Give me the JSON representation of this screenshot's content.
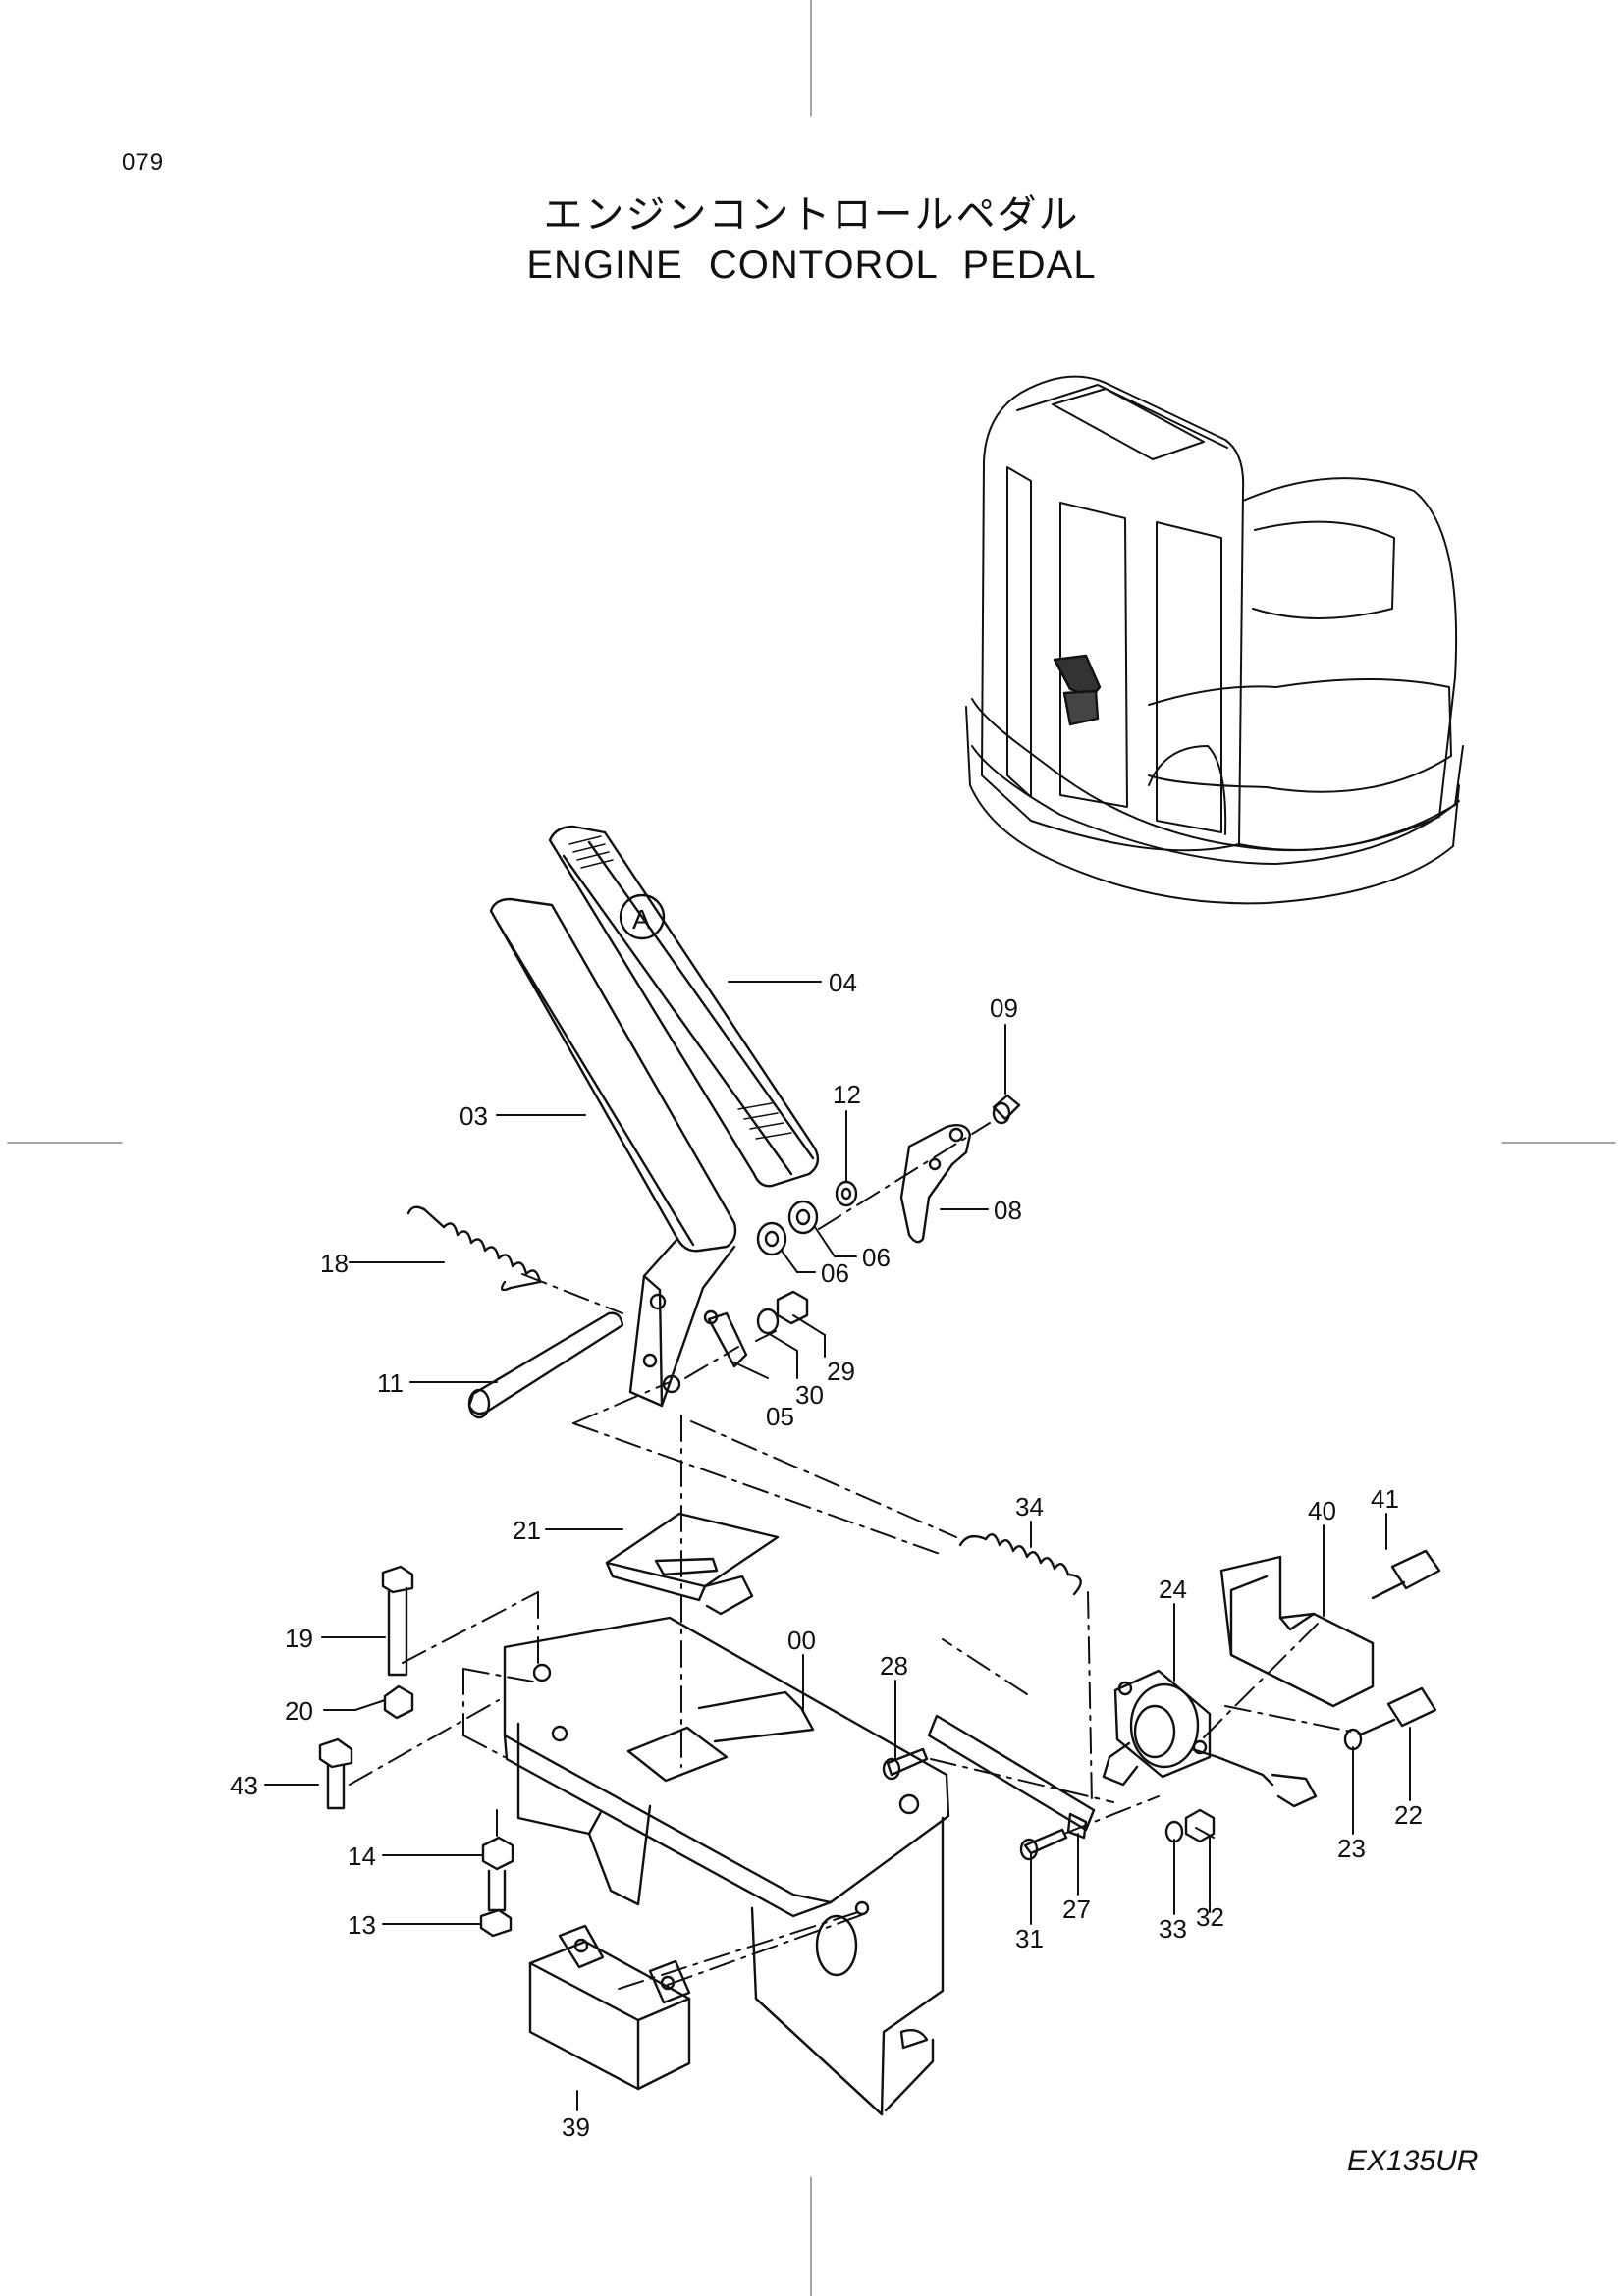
{
  "page": {
    "number": "079",
    "title_ja": "エンジンコントロールペダル",
    "title_en": "ENGINE CONTOROL PEDAL",
    "model": "EX135UR"
  },
  "parts": [
    "00",
    "03",
    "04",
    "05",
    "06",
    "06",
    "08",
    "09",
    "11",
    "12",
    "13",
    "14",
    "18",
    "19",
    "20",
    "21",
    "22",
    "23",
    "24",
    "27",
    "28",
    "29",
    "30",
    "31",
    "32",
    "33",
    "34",
    "39",
    "40",
    "41",
    "43"
  ],
  "callout_labels": {
    "p04": "04",
    "p09": "09",
    "p12": "12",
    "p03": "03",
    "p08": "08",
    "p06a": "06",
    "p06b": "06",
    "p18": "18",
    "p11": "11",
    "p29": "29",
    "p30": "30",
    "p05": "05",
    "p34": "34",
    "p21": "21",
    "p40": "40",
    "p41": "41",
    "p24": "24",
    "p19": "19",
    "p00": "00",
    "p28": "28",
    "p20": "20",
    "p43": "43",
    "p22": "22",
    "p23": "23",
    "p14": "14",
    "p13": "13",
    "p27": "27",
    "p31": "31",
    "p33": "33",
    "p32": "32",
    "p39": "39"
  }
}
